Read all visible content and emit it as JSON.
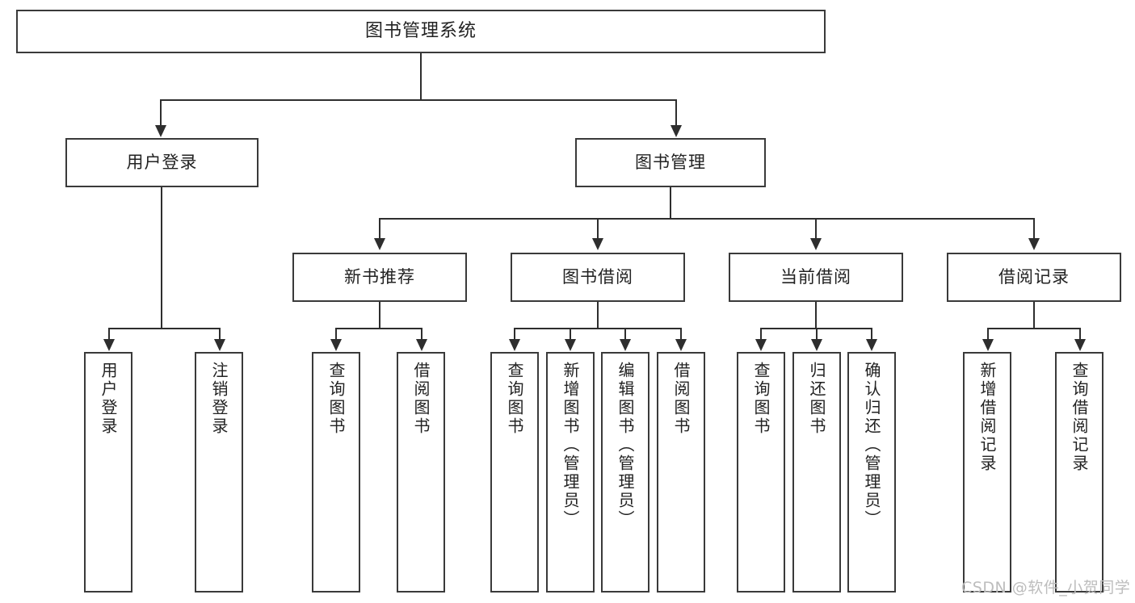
{
  "diagram": {
    "title": "图书管理系统",
    "root": {
      "label": "图书管理系统"
    },
    "level2": [
      {
        "label": "用户登录"
      },
      {
        "label": "图书管理"
      }
    ],
    "level3": [
      {
        "label": "新书推荐"
      },
      {
        "label": "图书借阅"
      },
      {
        "label": "当前借阅"
      },
      {
        "label": "借阅记录"
      }
    ],
    "leaves": {
      "user_login": [
        {
          "label": "用户登录"
        },
        {
          "label": "注销登录"
        }
      ],
      "new_book_recommend": [
        {
          "label": "查询图书"
        },
        {
          "label": "借阅图书"
        }
      ],
      "book_borrow": [
        {
          "label": "查询图书"
        },
        {
          "label": "新增图书（管理员）"
        },
        {
          "label": "编辑图书（管理员）"
        },
        {
          "label": "借阅图书"
        }
      ],
      "current_borrow": [
        {
          "label": "查询图书"
        },
        {
          "label": "归还图书"
        },
        {
          "label": "确认归还（管理员）"
        }
      ],
      "borrow_record": [
        {
          "label": "新增借阅记录"
        },
        {
          "label": "查询借阅记录"
        }
      ]
    }
  },
  "watermark": {
    "text": "CSDN @软件_小贺同学"
  },
  "colors": {
    "box_border": "#3a3a3a",
    "line": "#2e2e2e",
    "text": "#222222",
    "background": "#ffffff",
    "watermark": "#bdbdbd"
  }
}
